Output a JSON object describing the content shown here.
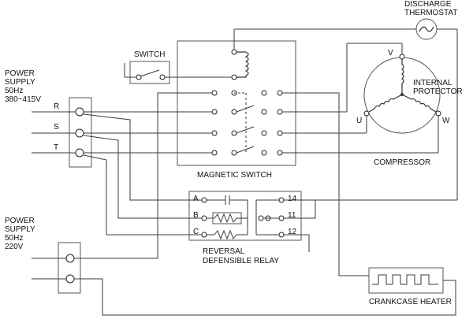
{
  "power_supply_3ph": {
    "lines": [
      "POWER",
      "SUPPLY",
      "50Hz",
      "380~415V"
    ],
    "phases": [
      "R",
      "S",
      "T"
    ]
  },
  "power_supply_1ph": {
    "lines": [
      "POWER",
      "SUPPLY",
      "50Hz",
      "220V"
    ]
  },
  "switch": {
    "label": "SWITCH"
  },
  "magnetic_switch": {
    "label": "MAGNETIC SWITCH"
  },
  "discharge_thermostat": {
    "lines": [
      "DISCHARGE",
      "THERMOSTAT"
    ]
  },
  "compressor": {
    "label": "COMPRESSOR",
    "protector_lines": [
      "INTERNAL",
      "PROTECTOR"
    ],
    "terminals": [
      "V",
      "U",
      "W"
    ]
  },
  "relay": {
    "lines": [
      "REVERSAL",
      "DEFENSIBLE RELAY"
    ],
    "left_terminals": [
      "A",
      "B",
      "C"
    ],
    "right_terminals": [
      "14",
      "11",
      "12"
    ]
  },
  "crankcase_heater": {
    "label": "CRANKCASE HEATER"
  }
}
